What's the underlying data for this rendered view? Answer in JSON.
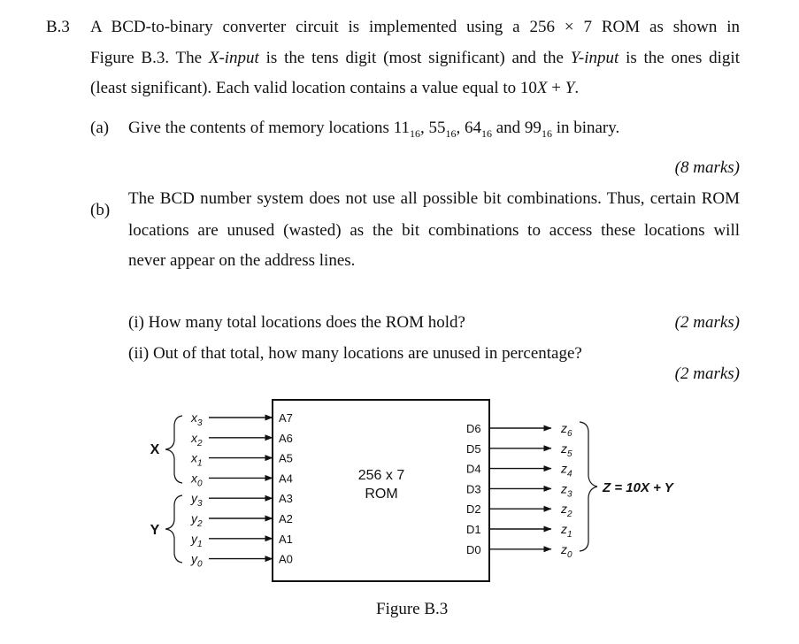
{
  "question": {
    "number": "B.3",
    "stem": {
      "line1": "A BCD-to-binary converter circuit is implemented using a 256 × 7 ROM as shown in",
      "line2_a": "Figure B.3. The ",
      "line2_xinput": "X-input",
      "line2_b": " is the tens digit (most significant) and the ",
      "line2_yinput": "Y-input",
      "line2_c": " is the ones digit",
      "line3_a": "(least significant). Each valid location contains a value equal to 10",
      "line3_x": "X",
      "line3_b": " + ",
      "line3_y": "Y",
      "line3_c": "."
    },
    "part_a": {
      "label": "(a)",
      "text_a": "Give the contents of memory locations 11",
      "sub": "16",
      "sep1": ", 55",
      "sep2": ", 64",
      "sep3": " and 99",
      "text_end": " in binary.",
      "marks": "(8 marks)"
    },
    "part_b": {
      "label": "(b)",
      "line1": "The BCD number system does not use all possible bit combinations. Thus, certain ROM",
      "line2": "locations are unused (wasted) as the bit combinations to access these locations will",
      "line3": "never appear on the address lines.",
      "sub_i": "(i) How many total locations does the ROM hold?",
      "sub_i_marks": "(2 marks)",
      "sub_ii": "(ii) Out of that total, how many locations are unused in percentage?",
      "sub_ii_marks": "(2 marks)"
    }
  },
  "figure": {
    "caption": "Figure B.3",
    "rom_label_1": "256 x 7",
    "rom_label_2": "ROM",
    "x_group": "X",
    "y_group": "Y",
    "output_eq": "Z = 10X + Y",
    "inputs": [
      {
        "var": "x",
        "sub": "3",
        "addr": "A7"
      },
      {
        "var": "x",
        "sub": "2",
        "addr": "A6"
      },
      {
        "var": "x",
        "sub": "1",
        "addr": "A5"
      },
      {
        "var": "x",
        "sub": "0",
        "addr": "A4"
      },
      {
        "var": "y",
        "sub": "3",
        "addr": "A3"
      },
      {
        "var": "y",
        "sub": "2",
        "addr": "A2"
      },
      {
        "var": "y",
        "sub": "1",
        "addr": "A1"
      },
      {
        "var": "y",
        "sub": "0",
        "addr": "A0"
      }
    ],
    "outputs": [
      {
        "data": "D6",
        "var": "z",
        "sub": "6"
      },
      {
        "data": "D5",
        "var": "z",
        "sub": "5"
      },
      {
        "data": "D4",
        "var": "z",
        "sub": "4"
      },
      {
        "data": "D3",
        "var": "z",
        "sub": "3"
      },
      {
        "data": "D2",
        "var": "z",
        "sub": "2"
      },
      {
        "data": "D1",
        "var": "z",
        "sub": "1"
      },
      {
        "data": "D0",
        "var": "z",
        "sub": "0"
      }
    ]
  }
}
